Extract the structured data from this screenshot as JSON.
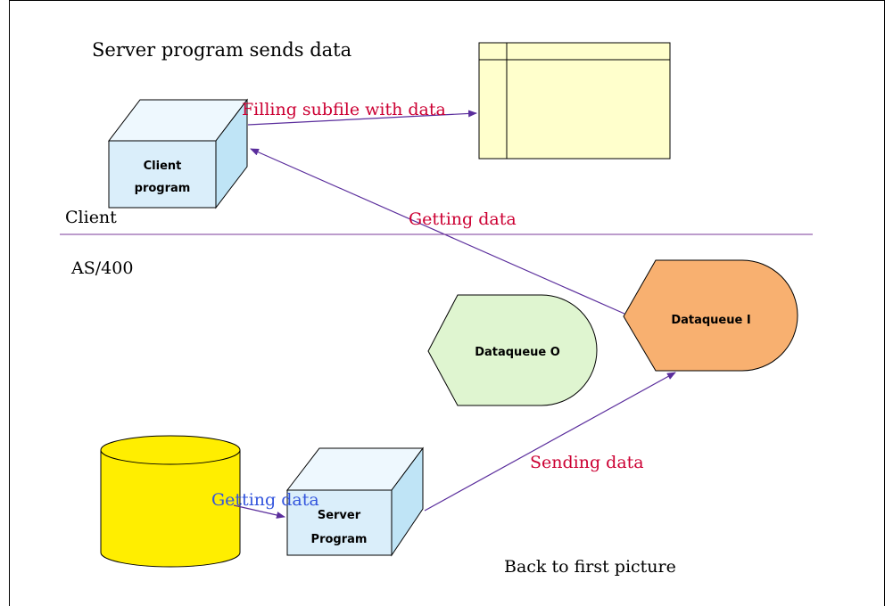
{
  "title": "Server program sends data",
  "zones": {
    "client": "Client",
    "host": "AS/400"
  },
  "shapes": {
    "client_program": [
      "Client",
      "program"
    ],
    "server_program": [
      "Server",
      "Program"
    ],
    "dataqueue_o": "Dataqueue O",
    "dataqueue_i": "Dataqueue I"
  },
  "arrows": {
    "filling": "Filling subfile with data",
    "getting_client": "Getting data",
    "getting_server": "Getting data",
    "sending": "Sending data"
  },
  "navigation": {
    "back": "Back to first picture"
  },
  "colors": {
    "arrow": "#5a2d9c",
    "label_red": "#cc0033",
    "label_blue": "#3355dd",
    "box_fill": "#daeefa",
    "subfile_fill": "#ffffcc",
    "dataqueue_o_fill": "#dff5d0",
    "dataqueue_i_fill": "#f8b070",
    "database_fill": "#ffee00"
  }
}
